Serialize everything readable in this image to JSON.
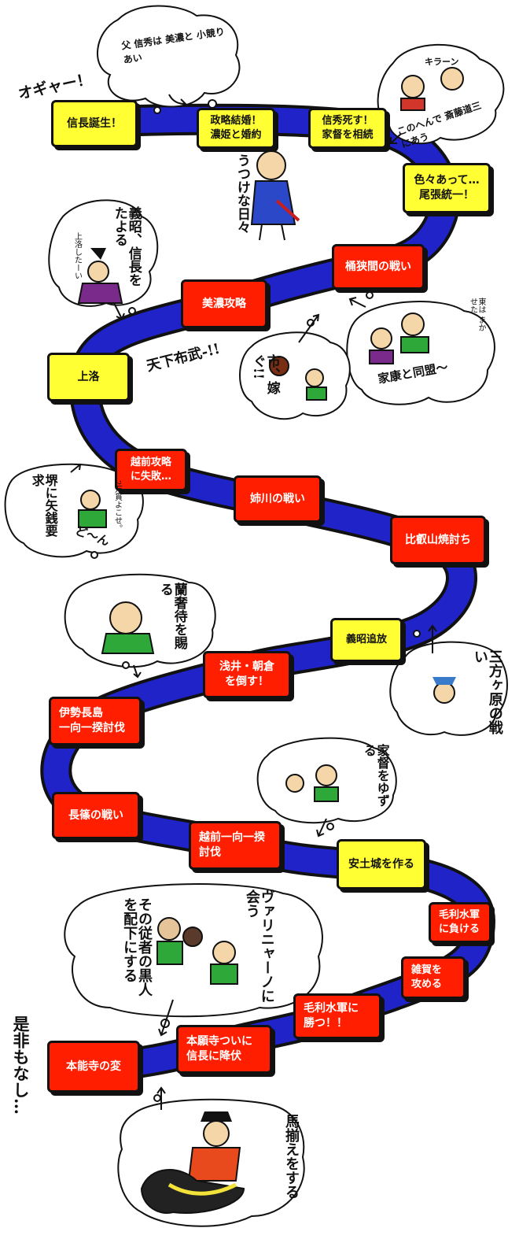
{
  "events": [
    {
      "id": "nobunaga-birth",
      "label": "信長誕生！",
      "color": "yellow"
    },
    {
      "id": "political-marriage",
      "label": "政略結婚！\n濃姫と婚約",
      "color": "yellow"
    },
    {
      "id": "nobuhide-death",
      "label": "信秀死す！\n家督を相続",
      "color": "yellow"
    },
    {
      "id": "owari-unification",
      "label": "色々あって…\n尾張統一！",
      "color": "yellow"
    },
    {
      "id": "okehazama",
      "label": "桶狭間の戦い",
      "color": "red"
    },
    {
      "id": "mino-capture",
      "label": "美濃攻略",
      "color": "red"
    },
    {
      "id": "jouraku",
      "label": "上洛",
      "color": "yellow"
    },
    {
      "id": "echizen-failure",
      "label": "越前攻略\nに失敗…",
      "color": "red"
    },
    {
      "id": "anegawa",
      "label": "姉川の戦い",
      "color": "red"
    },
    {
      "id": "hieizan",
      "label": "比叡山焼討ち",
      "color": "red"
    },
    {
      "id": "yoshiaki-exile",
      "label": "義昭追放",
      "color": "yellow"
    },
    {
      "id": "asai-asakura",
      "label": "浅井・朝倉\nを倒す！",
      "color": "red"
    },
    {
      "id": "ise-nagashima",
      "label": "伊勢長島\n一向一揆討伐",
      "color": "red"
    },
    {
      "id": "nagashino",
      "label": "長篠の戦い",
      "color": "red"
    },
    {
      "id": "echizen-ikko",
      "label": "越前一向一揆\n討伐",
      "color": "red"
    },
    {
      "id": "azuchi-castle",
      "label": "安土城を作る",
      "color": "yellow"
    },
    {
      "id": "mouri-defeat",
      "label": "毛利水軍\nに負ける",
      "color": "red"
    },
    {
      "id": "saika",
      "label": "雑賀を\n攻める",
      "color": "red"
    },
    {
      "id": "mouri-victory",
      "label": "毛利水軍に\n勝つ！！",
      "color": "red"
    },
    {
      "id": "honganji",
      "label": "本願寺ついに\n信長に降伏",
      "color": "red"
    },
    {
      "id": "honnoji",
      "label": "本能寺の変",
      "color": "red"
    }
  ],
  "notes": {
    "ogya": "オギャー！",
    "father": "父 信秀は 美濃と 小競りあい",
    "kiran": "キラーン",
    "dosan": "このへんで 斎藤道三にあう",
    "utsuke": "うつけな日々",
    "yoshiaki": "義昭、信長をたよる",
    "yoshiaki_small": "上洛したーい",
    "higashi": "東は まかせた",
    "ieyasu": "家康と同盟～",
    "ichi": "市、嫁ぐ!!",
    "tenkafubu": "天下布武-!!",
    "sakai": "堺に矢銭要求",
    "sakai_small": "2万貫よこせ。",
    "don": "ど～ん",
    "rankaijatai": "蘭奢待を賜る",
    "mikatagahara": "三方ヶ原の戦い",
    "iemitsu": "家督をゆずる",
    "valignano": "ヴァリニャーノに会う",
    "kokujin": "その従者の黒人を配下にする",
    "umazoroe": "馬揃えをする",
    "zehi": "是非もなし…"
  }
}
